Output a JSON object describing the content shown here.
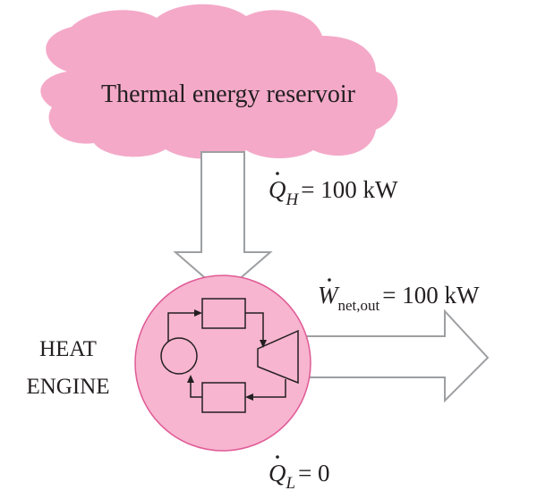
{
  "reservoir": {
    "label": "Thermal energy reservoir"
  },
  "engine": {
    "label_line1": "HEAT",
    "label_line2": "ENGINE"
  },
  "heat_in": {
    "symbol": "Q",
    "subscript": "H",
    "value": "= 100 kW"
  },
  "work_out": {
    "symbol": "W",
    "subscript": "net,out",
    "value": "= 100 kW"
  },
  "heat_out": {
    "symbol": "Q",
    "subscript": "L",
    "value": "= 0"
  },
  "colors": {
    "cloud_fill": "#f4a9c8",
    "engine_fill": "#f7b5cf",
    "engine_stroke": "#e05a96",
    "arrow_stroke": "#9d9fa2",
    "line": "#231f20"
  }
}
